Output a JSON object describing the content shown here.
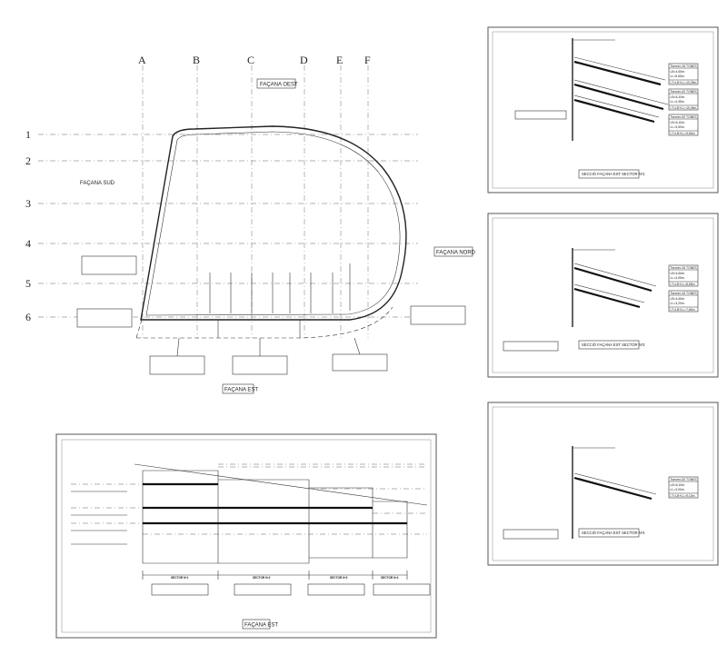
{
  "plan": {
    "columns": [
      "A",
      "B",
      "C",
      "D",
      "E",
      "F"
    ],
    "rows": [
      "1",
      "2",
      "3",
      "4",
      "5",
      "6"
    ],
    "facade_labels": {
      "west": "FAÇANA OEST",
      "south": "FAÇANA SUD",
      "north": "FAÇANA NORD",
      "east": "FAÇANA EST"
    }
  },
  "sections": [
    {
      "caption": "SECCIÓ FAÇANA EST SECTOR Nº1",
      "anchors": [
        {
          "tension": "Tserveí=15 TONES",
          "lb": "LB=4,60m.",
          "ll": "LL=5,65m.",
          "lt": "LT=LB+LL=10,25m."
        },
        {
          "tension": "Tserveí=20 TONES",
          "lb": "LB=6,10m.",
          "ll": "LL=4,35m.",
          "lt": "LT=LB+LL=10,45m."
        },
        {
          "tension": "Tserveí=20 TONES",
          "lb": "LB=6,10m.",
          "ll": "LL=3,50m.",
          "lt": "LT=LB+LL=9,60m."
        }
      ]
    },
    {
      "caption": "SECCIÓ FAÇANA EST SECTOR Nº2",
      "anchors": [
        {
          "tension": "Tserveí=15 TONES",
          "lb": "LB=4,60m.",
          "ll": "LL=4,05m.",
          "lt": "LT=LB+LL=8,65m."
        },
        {
          "tension": "Tserveí=15 TONES",
          "lb": "LB=4,60m.",
          "ll": "LL=3,20m.",
          "lt": "LT=LB+LL=7,80m."
        }
      ]
    },
    {
      "caption": "SECCIÓ FAÇANA EST SECTOR Nº4",
      "anchors": [
        {
          "tension": "Tserveí=20 TONES",
          "lb": "LB=6,10m.",
          "ll": "LL=3,00m.",
          "lt": "LT=LB+LL=9,10m."
        }
      ]
    }
  ],
  "elevation": {
    "title": "FAÇANA EST",
    "sectors": [
      "SECTOR Nº1",
      "SECTOR Nº2",
      "SECTOR Nº3",
      "SECTOR Nº4"
    ]
  },
  "colors": {
    "line": "#222222",
    "grid": "#999999",
    "frame": "#555555"
  }
}
